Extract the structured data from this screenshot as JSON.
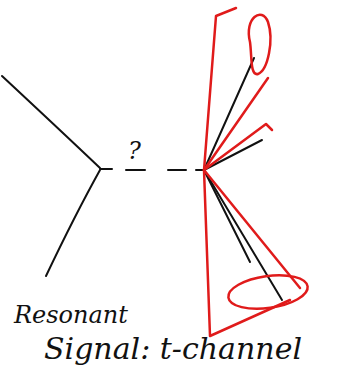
{
  "diagram": {
    "labels": [
      "?",
      "Resonant",
      "Signal: t-channel"
    ]
  }
}
